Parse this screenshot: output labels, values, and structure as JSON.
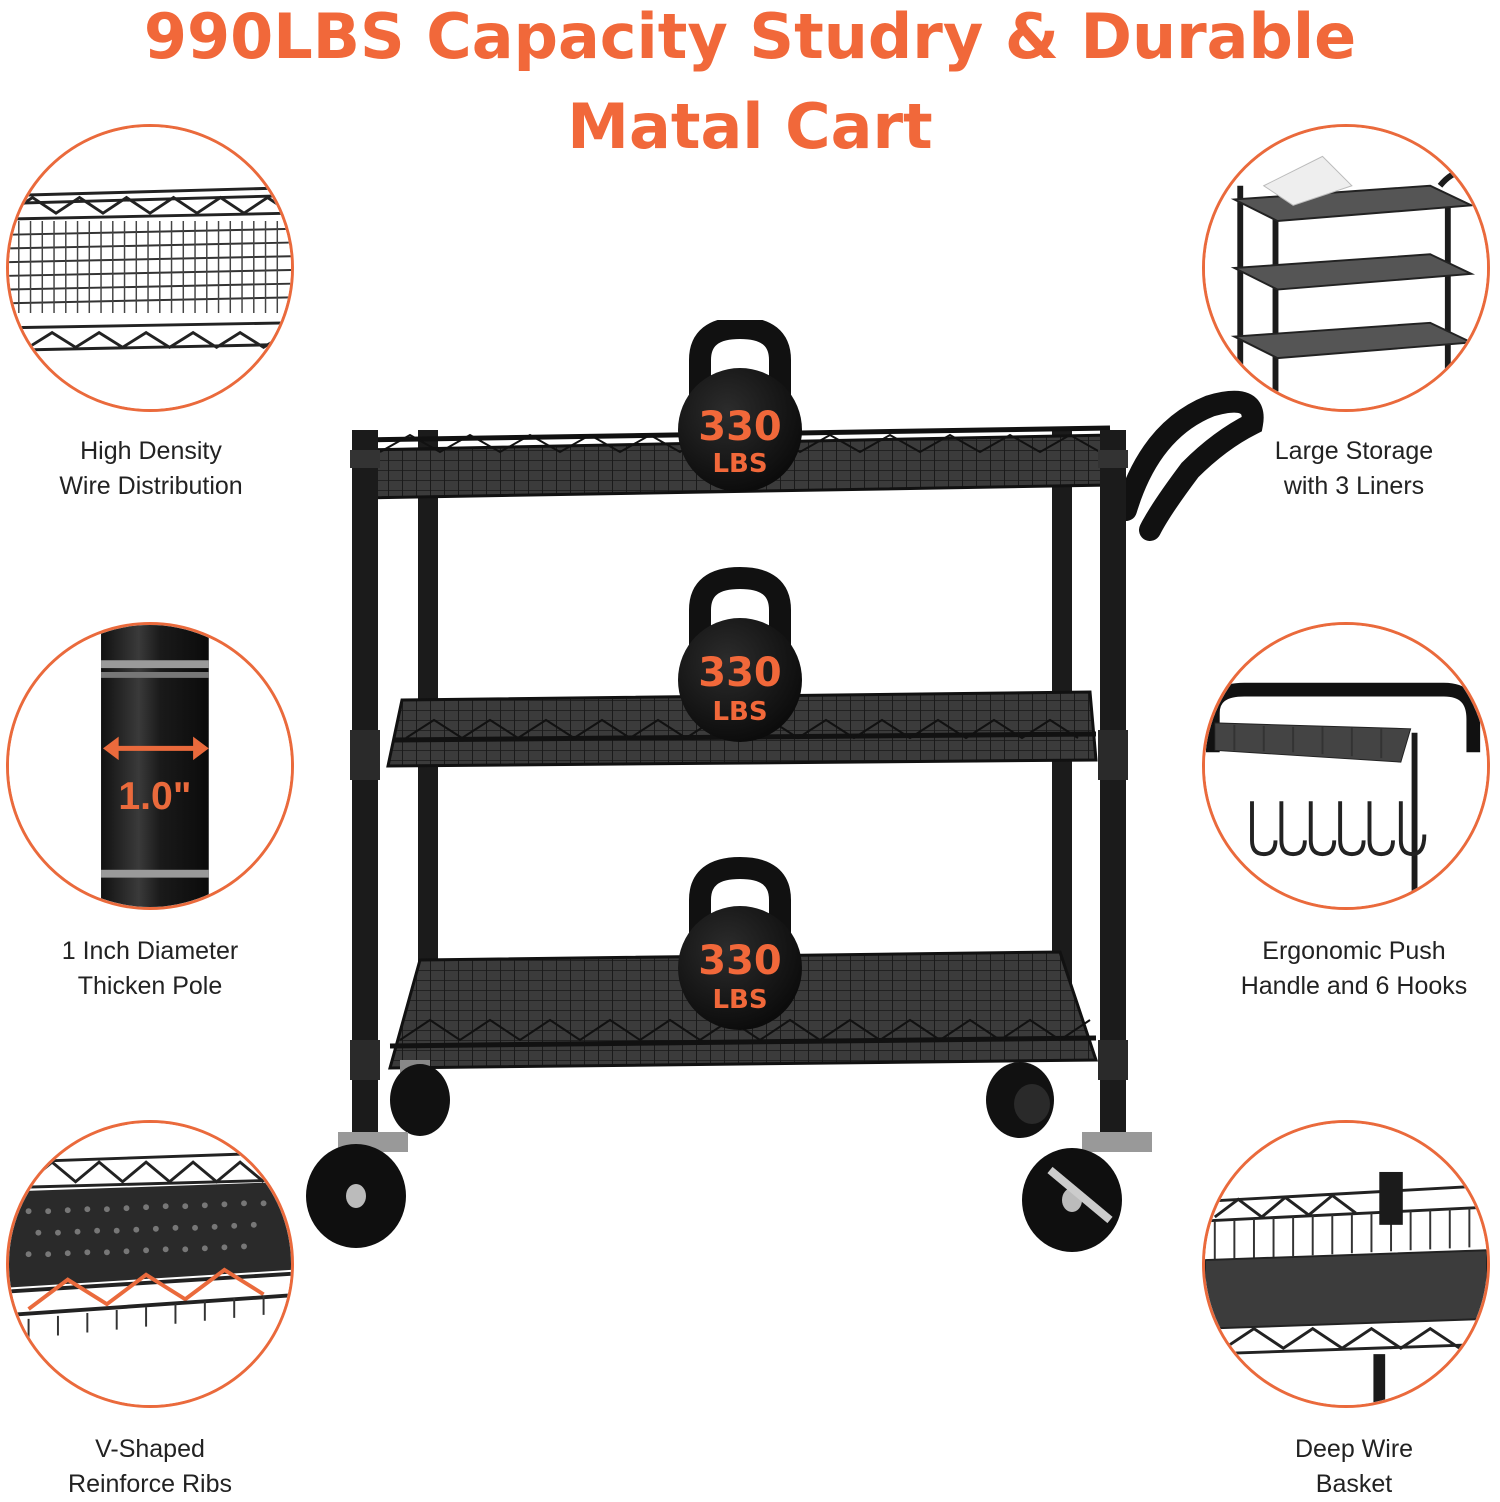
{
  "title": {
    "line1": "990LBS Capacity Studry & Durable",
    "line2": "Matal Cart",
    "color": "#f1683a"
  },
  "features": [
    {
      "line1": "High Density",
      "line2": "Wire Distribution",
      "icon": "wire-shelf-closeup"
    },
    {
      "line1": "1 Inch Diameter",
      "line2": "Thicken Pole",
      "icon": "pole-closeup",
      "pole_label": "1.0\""
    },
    {
      "line1": "V-Shaped",
      "line2": "Reinforce Ribs",
      "icon": "shelf-ribs-closeup"
    },
    {
      "line1": "Large Storage",
      "line2": "with 3 Liners",
      "icon": "cart-with-liners"
    },
    {
      "line1": "Ergonomic Push",
      "line2": "Handle and 6 Hooks",
      "icon": "handle-hooks"
    },
    {
      "line1": "Deep Wire",
      "line2": "Basket",
      "icon": "deep-basket"
    }
  ],
  "kettlebells": [
    {
      "weight": "330",
      "unit": "LBS"
    },
    {
      "weight": "330",
      "unit": "LBS"
    },
    {
      "weight": "330",
      "unit": "LBS"
    }
  ],
  "colors": {
    "accent": "#ea6a3c",
    "kettlebell_text": "#f1683a",
    "metal": "#1b1b1b"
  }
}
